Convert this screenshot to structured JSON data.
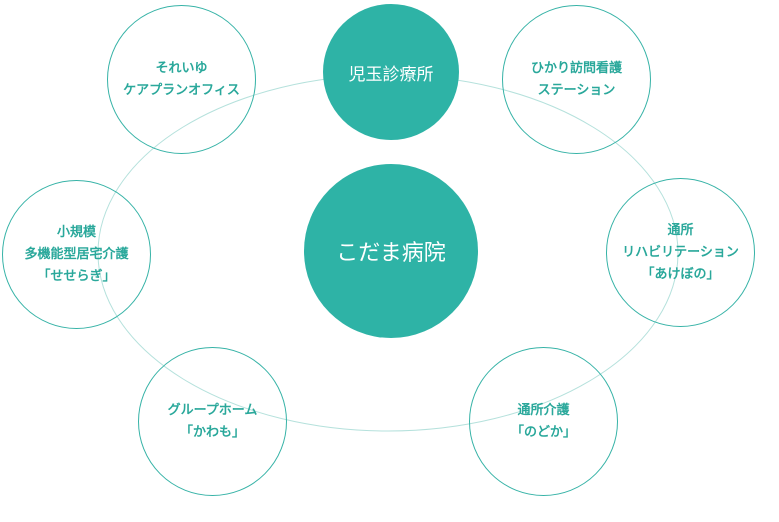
{
  "center": {
    "label": "こだま病院"
  },
  "top": {
    "label": "児玉診療所"
  },
  "satellites": [
    {
      "id": "sorei",
      "lines": [
        "それいゆ",
        "ケアプランオフィス"
      ]
    },
    {
      "id": "hikari",
      "lines": [
        "ひかり訪問看護",
        "ステーション"
      ]
    },
    {
      "id": "shokibo",
      "lines": [
        "小規模",
        "多機能型居宅介護",
        "「せせらぎ」"
      ]
    },
    {
      "id": "tsusho-rehab",
      "lines": [
        "通所",
        "リハビリテーション",
        "「あけぼの」"
      ]
    },
    {
      "id": "group-home",
      "lines": [
        "グループホーム",
        "「かわも」"
      ]
    },
    {
      "id": "tsusho-kaigo",
      "lines": [
        "通所介護",
        "「のどか」"
      ]
    }
  ],
  "colors": {
    "teal": "#2eb3a6",
    "text_teal": "#2aa89b",
    "orbit": "#b5e1dc"
  }
}
